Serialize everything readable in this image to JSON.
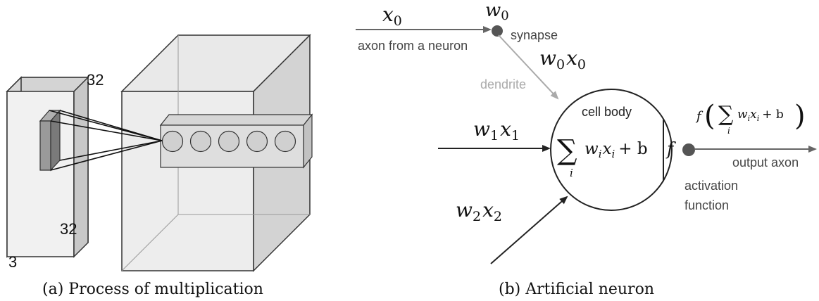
{
  "left_figure": {
    "dim_top": "32",
    "dim_bottom": "32",
    "dim_depth": "3",
    "caption": "(a) Process of multiplication"
  },
  "right_figure": {
    "input0": {
      "x": "x",
      "sub": "0"
    },
    "weight0": {
      "w": "w",
      "sub": "0"
    },
    "synapse_label": "synapse",
    "axon_label": "axon from a neuron",
    "w0x0": {
      "w": "w",
      "wsub": "0",
      "x": "x",
      "xsub": "0"
    },
    "dendrite_label": "dendrite",
    "cell_body_label": "cell body",
    "w1x1": {
      "w": "w",
      "wsub": "1",
      "x": "x",
      "xsub": "1"
    },
    "w2x2": {
      "w": "w",
      "wsub": "2",
      "x": "x",
      "xsub": "2"
    },
    "sum_symbol": "∑",
    "sum_index": "i",
    "sum_body": {
      "w": "w",
      "wsub": "i",
      "x": "x",
      "xsub": "i",
      "plus": "+ b"
    },
    "f_symbol": "f",
    "output_formula": {
      "f": "f",
      "open": "(",
      "close": ")",
      "w": "w",
      "wsub": "i",
      "x": "x",
      "xsub": "i",
      "plus": "+ b",
      "index": "i"
    },
    "output_axon_label": "output axon",
    "activation_label_1": "activation",
    "activation_label_2": "function",
    "caption": "(b) Artificial neuron"
  }
}
